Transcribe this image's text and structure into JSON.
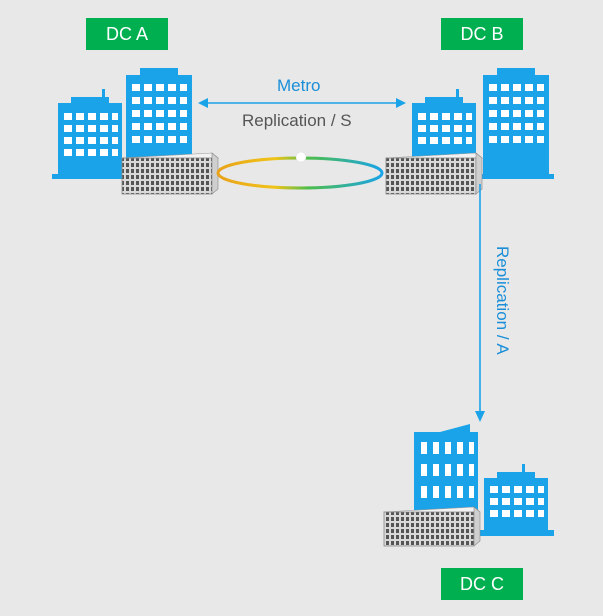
{
  "datacenters": {
    "a": {
      "label": "DC A"
    },
    "b": {
      "label": "DC B"
    },
    "c": {
      "label": "DC C"
    }
  },
  "links": {
    "metro": {
      "label": "Metro"
    },
    "sync": {
      "label": "Replication / S"
    },
    "async": {
      "label": "Replication / A"
    }
  },
  "colors": {
    "building": "#1aa3e8",
    "label_bg": "#00b050",
    "metro_text": "#1a8fd8",
    "sync_text": "#555555",
    "async_text": "#1a8fd8",
    "arrow": "#1aa3e8"
  }
}
